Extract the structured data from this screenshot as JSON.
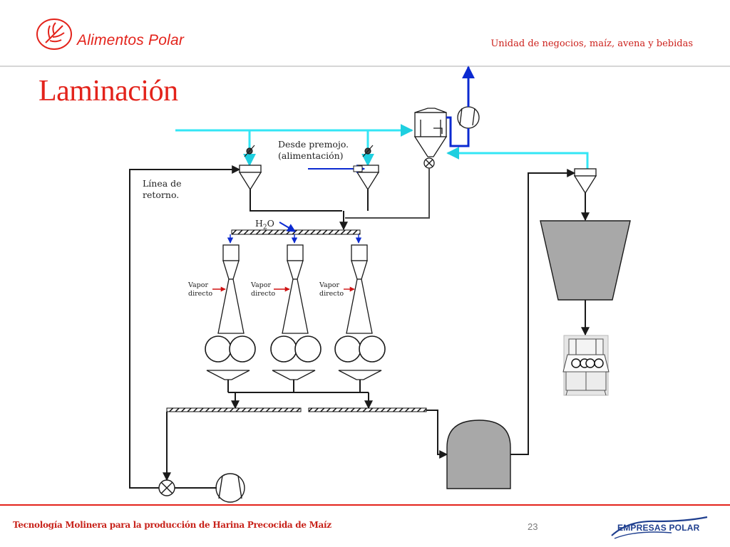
{
  "header": {
    "brand": "Alimentos Polar",
    "unit": "Unidad de negocios, maíz, avena y bebidas",
    "title": "Laminación"
  },
  "diagram": {
    "labels": {
      "desde_line1": "Desde premojo.",
      "desde_line2": "(alimentación)",
      "linea_line1": "Línea de",
      "linea_line2": "retorno.",
      "h2o_main": "H",
      "h2o_sub": "2",
      "h2o_end": "O",
      "vapor": [
        {
          "line1": "Vapor",
          "line2": "directo"
        },
        {
          "line1": "Vapor",
          "line2": "directo"
        },
        {
          "line1": "Vapor",
          "line2": "directo"
        }
      ]
    },
    "colors": {
      "air_line": "#33e6f5",
      "blue_line": "#0b2ad1",
      "steam_arrow": "#d01212",
      "dark_line": "#1a1a1a",
      "gray_line": "#4a4a4a",
      "equipment_gray": "#a8a8a8"
    }
  },
  "footer": {
    "text": "Tecnología Molinera para la producción de Harina Precocida de Maíz",
    "page": "23",
    "company": "EMPRESAS POLAR"
  }
}
